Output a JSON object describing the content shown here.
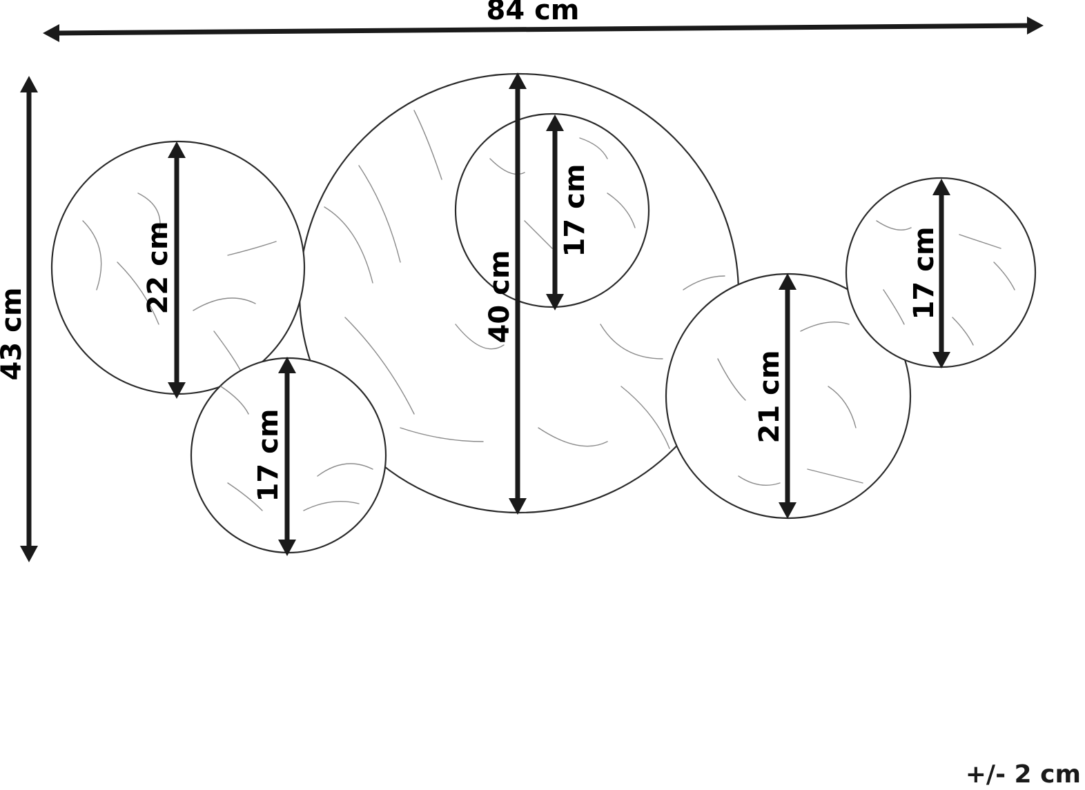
{
  "dimensions": {
    "overall_width": "84 cm",
    "overall_height": "43 cm",
    "circle_left_top": "22 cm",
    "circle_left_bottom": "17 cm",
    "circle_center_large": "40 cm",
    "circle_center_inner": "17 cm",
    "circle_right_large": "21 cm",
    "circle_right_small": "17 cm"
  },
  "tolerance": "+/- 2 cm",
  "colors": {
    "line": "#2a2a2a",
    "arrow": "#1a1a1a",
    "texture": "#8a8a8a"
  }
}
